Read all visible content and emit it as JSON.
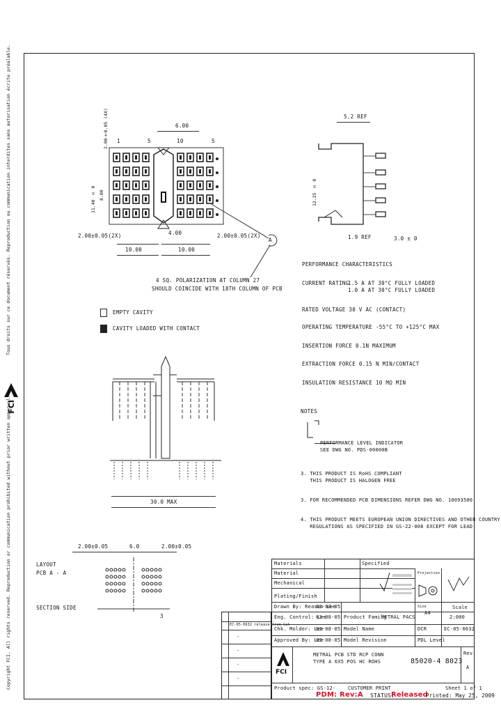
{
  "left_margin": {
    "rights_notice_top": "Tous droits sur ce document réservés. Reproduction ou communication interdites sans autorisation écrite préalable.",
    "rights_notice_bottom": "Copyright FCI. All rights reserved. Reproduction or communication prohibited without prior written approval.",
    "logo_text": "FCI"
  },
  "top_view": {
    "dim_vertical": "2.00±0.05 (4X)",
    "dim_top": "6.00",
    "col_labels": [
      "1",
      "5",
      "10",
      "5"
    ],
    "dim_height_a": "11.40 ± 0",
    "dim_height_b": "8.00",
    "dim_left": "2.00±0.05(2X)",
    "dim_mid": "4.00",
    "dim_right": "2.00±0.05(2X)",
    "dim_bottom_left": "10.00",
    "dim_bottom_mid": "10.00",
    "callout_label": "A",
    "callout_note_1": "4 SQ. POLARIZATION AT COLUMN 27",
    "callout_note_2": "SHOULD COINCIDE WITH 18TH COLUMN OF PCB"
  },
  "legend": {
    "empty_cavity": "EMPTY CAVITY",
    "loaded_cavity": "CAVITY LOADED WITH CONTACT"
  },
  "side_view": {
    "dim_top": "5.2 REF",
    "dim_side": "12.25 ± 0",
    "dim_bottom_a": "1.9 REF",
    "dim_bottom_b": "3.0 ± 0"
  },
  "performance": {
    "title": "PERFORMANCE CHARACTERISTICS",
    "current_label": "CURRENT RATING",
    "current_line_1": "1.5 A AT 30°C FULLY LOADED",
    "current_line_2": "1.0 A AT 30°C FULLY LOADED",
    "voltage": "RATED VOLTAGE 30 V AC (CONTACT)",
    "temperature": "OPERATING TEMPERATURE -55°C TO +125°C MAX",
    "insertion": "INSERTION FORCE 0.1N MAXIMUM",
    "extraction": "EXTRACTION FORCE 0.15 N MIN/CONTACT",
    "insulation": "INSULATION RESISTANCE 10 MΩ MIN"
  },
  "front_view": {
    "dim_bottom": "30.0 MAX"
  },
  "notes": {
    "title": "NOTES",
    "note_1a": "PERFORMANCE LEVEL INDICATOR",
    "note_1b": "SEE DWG NO. PDS-00000B",
    "note_2a": "3. THIS PRODUCT IS RoHS COMPLIANT",
    "note_2b": "   THIS PRODUCT IS HALOGEN FREE",
    "note_3": "3. FOR RECOMMENDED PCB DIMENSIONS REFER DWG NO. 10093500",
    "note_4a": "4. THIS PRODUCT MEETS EUROPEAN UNION DIRECTIVES AND OTHER COUNTRY",
    "note_4b": "   REGULATIONS AS SPECIFIED IN GS-22-008 EXCEPT FOR LEAD."
  },
  "pcb_layout": {
    "dim_left": "2.00±0.05",
    "dim_mid": "6.0",
    "dim_right": "2.00±0.05",
    "layout_label": "LAYOUT",
    "layout_sub": "PCB A - A",
    "view_label": "SECTION SIDE",
    "marker": "3"
  },
  "title_block": {
    "materials": "Materials",
    "specified": "Specified",
    "material": "Material",
    "mechanical": "Mechanical",
    "plating": "Plating/Finish",
    "drawn": "Drawn By: Reason Lee",
    "drawn_date": "03-08-05",
    "eng_ctrl": "Eng. Control: Lee",
    "eng_date": "03-08-05",
    "product_family": "Product Family",
    "product_family_val": "METRAL PACS",
    "checked": "Chk. Molder: Lee",
    "checked_date": "03-08-05",
    "model_name": "Model Name",
    "approved": "Approved By: Lee",
    "approved_date": "03-08-05",
    "model_rev": "Model Revision",
    "perf_level": "PDL Level",
    "projection": "Projection",
    "size": "Size",
    "size_val": "A4",
    "scale": "Scale",
    "scale_val": "2:000",
    "dcr": "DCR",
    "dcr_val": "EC-05-0632",
    "title_1": "METRAL PCB STD RCP CONN",
    "title_2": "TYPE A 6X5 POS HC ROHS",
    "part_no": "85020-4 8023",
    "rev_label": "Rev.",
    "rev_val": "A",
    "logo_text": "FCI",
    "product_spec": "Product spec: GS-12-",
    "customer_print": "CUSTOMER PRINT",
    "sheet": "Sheet 1 of 1",
    "pdm_rev": "PDM: Rev:A",
    "status_label": "STATUS:",
    "status_val": "Released",
    "printed": "Printed: May 25, 2009"
  },
  "rev_table": {
    "header": "EC-05-0632 release from Cat",
    "rows": [
      "-",
      "-",
      "-",
      "-"
    ]
  }
}
